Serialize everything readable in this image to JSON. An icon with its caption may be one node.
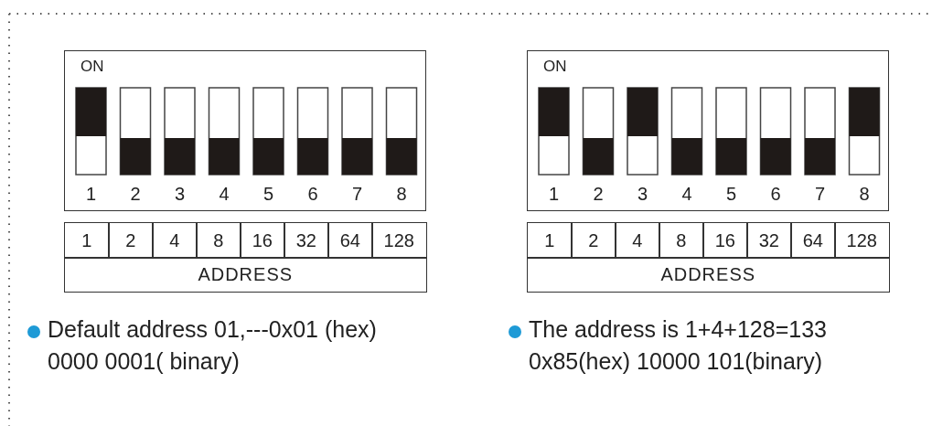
{
  "diagram": {
    "labels": [
      "ON",
      "1",
      "2",
      "3",
      "4",
      "5",
      "6",
      "7",
      "8",
      "1",
      "2",
      "4",
      "8",
      "16",
      "32",
      "64",
      "128",
      "ADDRESS",
      "ON",
      "1",
      "2",
      "3",
      "4",
      "5",
      "6",
      "7",
      "8",
      "1",
      "2",
      "4",
      "8",
      "16",
      "32",
      "64",
      "128",
      "ADDRESS",
      "Default address 01,---0x01 (hex)",
      "0000 0001( binary)",
      "The address is 1+4+128=133",
      "0x85(hex) 10000 101(binary)"
    ]
  }
}
